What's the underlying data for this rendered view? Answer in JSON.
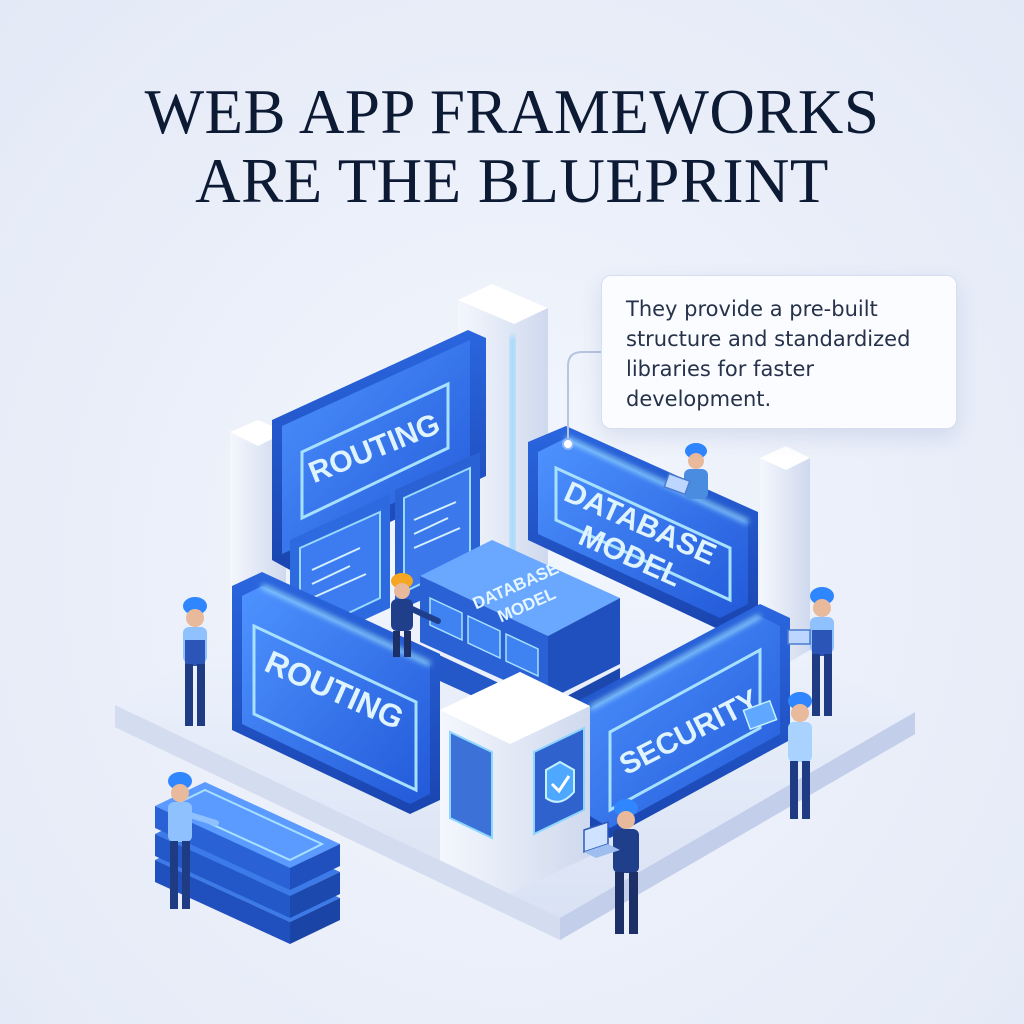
{
  "title": {
    "line1": "WEB APP FRAMEWORKS",
    "line2": "ARE THE BLUEPRINT"
  },
  "callout": {
    "text": "They provide a pre-built structure and standardized libraries for faster development."
  },
  "modules": {
    "routing_back": "ROUTING",
    "routing_front": "ROUTING",
    "database_model_wall": [
      "DATABASE",
      "MODEL"
    ],
    "database_model_cube": [
      "DATABASE",
      "MODEL"
    ],
    "security": "SECURITY"
  },
  "colors": {
    "panel_blue": "#2f72e6",
    "panel_dark": "#1d4fc4",
    "glow": "#7fd0ff",
    "pillar": "#eef2fb",
    "title": "#0c1a33"
  }
}
